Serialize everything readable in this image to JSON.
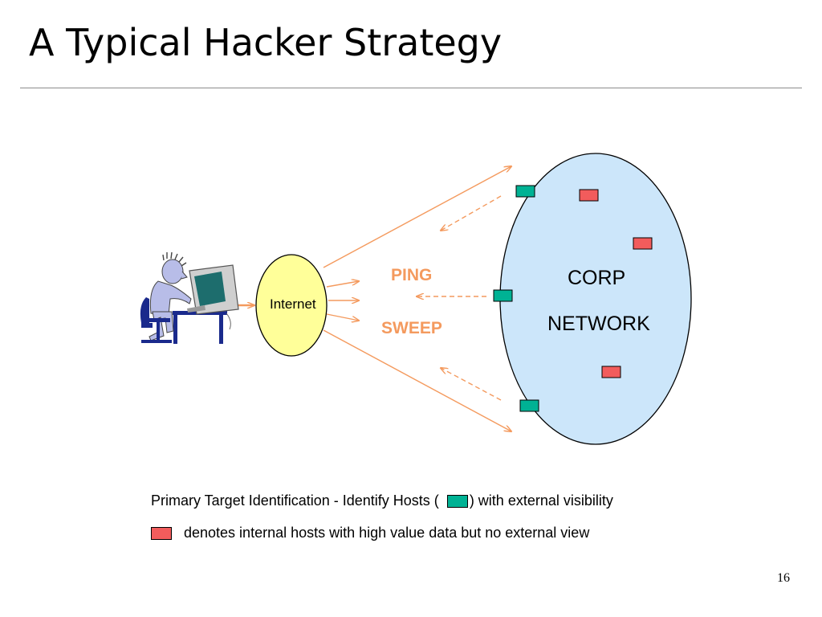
{
  "slide": {
    "title": "A Typical Hacker Strategy",
    "page_number": "16"
  },
  "diagram": {
    "internet_label": "Internet",
    "ping_label": "PING",
    "sweep_label": "SWEEP",
    "corp_label_line1": "CORP",
    "corp_label_line2": "NETWORK",
    "colors": {
      "internet_fill": "#ffff99",
      "corp_fill": "#cce6fa",
      "arrow": "#f49a5e",
      "external_host": "#00b294",
      "internal_host": "#f25c5c"
    }
  },
  "legend": {
    "line1_before": "Primary Target Identification - Identify Hosts (",
    "line1_after": ") with external visibility",
    "line2": "denotes internal hosts with high value data but no external view"
  }
}
